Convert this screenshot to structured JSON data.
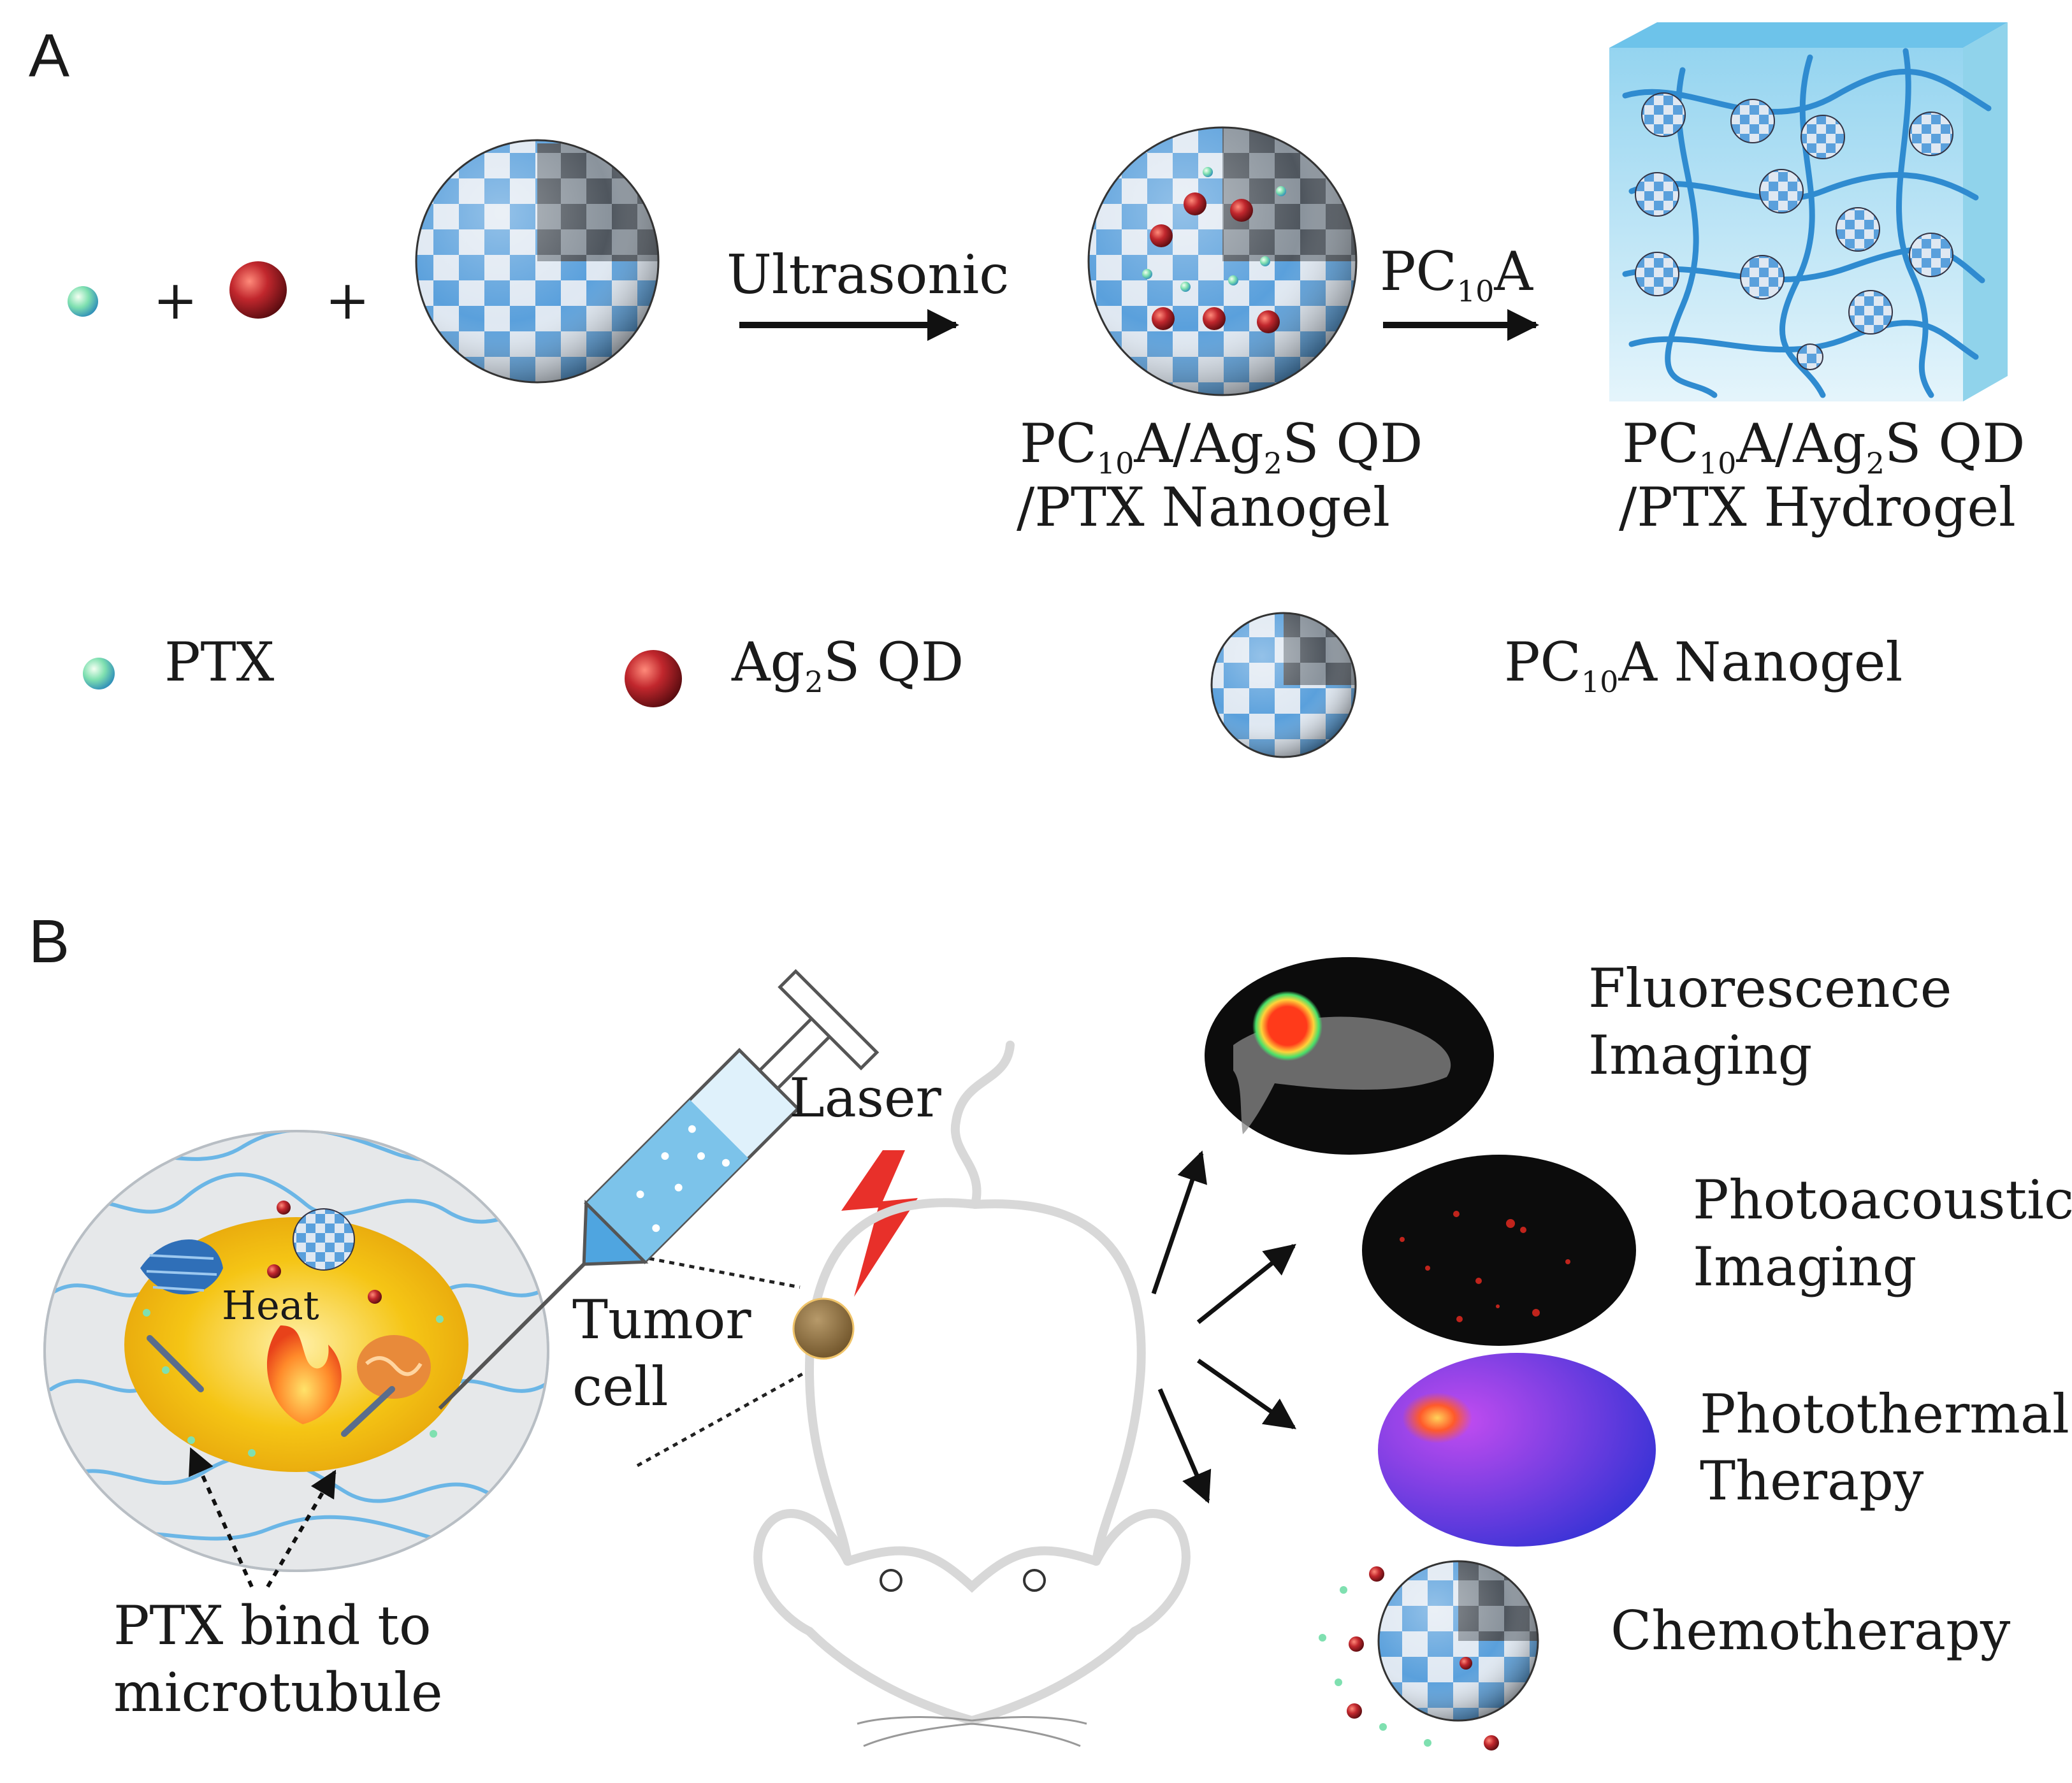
{
  "panel_a": {
    "label": "A",
    "plus_1": "+",
    "plus_2": "+",
    "step1_label": "Ultrasonic",
    "step2_label": {
      "base": "PC",
      "sub": "10",
      "tail": "A"
    },
    "nanogel_caption": {
      "line1": {
        "p1": "PC",
        "sub1": "10",
        "p2": "A/Ag",
        "sub2": "2",
        "p3": "S QD"
      },
      "line2": "/PTX Nanogel"
    },
    "hydrogel_caption": {
      "line1": {
        "p1": "PC",
        "sub1": "10",
        "p2": "A/Ag",
        "sub2": "2",
        "p3": "S QD"
      },
      "line2": "/PTX Hydrogel"
    },
    "legend": {
      "ptx": "PTX",
      "qd": {
        "p1": "Ag",
        "sub": "2",
        "p2": "S QD"
      },
      "nanogel": {
        "p1": "PC",
        "sub": "10",
        "p2": "A Nanogel"
      }
    }
  },
  "panel_b": {
    "label": "B",
    "heat_label": "Heat",
    "ptx_bind_line1": "PTX bind to",
    "ptx_bind_line2": "microtubule",
    "laser_label": "Laser",
    "tumor_line1": "Tumor",
    "tumor_line2": "cell",
    "outcomes": {
      "fluorescence_line1": "Fluorescence",
      "fluorescence_line2": "Imaging",
      "photoacoustic_line1": "Photoacoustic",
      "photoacoustic_line2": "Imaging",
      "photothermal_line1": "Photothermal",
      "photothermal_line2": "Therapy",
      "chemo": "Chemotherapy"
    }
  },
  "colors": {
    "checker_blue": "#5aa0dc",
    "checker_light": "#dfe8f2",
    "checker_dark": "#4f565e",
    "qd_red": "#c1272d",
    "ptx_green": "#7fe0b0",
    "hydrogel_blue": "#bfe6f6",
    "cell_yellow": "#f5c515",
    "laser_red": "#e8302a"
  }
}
